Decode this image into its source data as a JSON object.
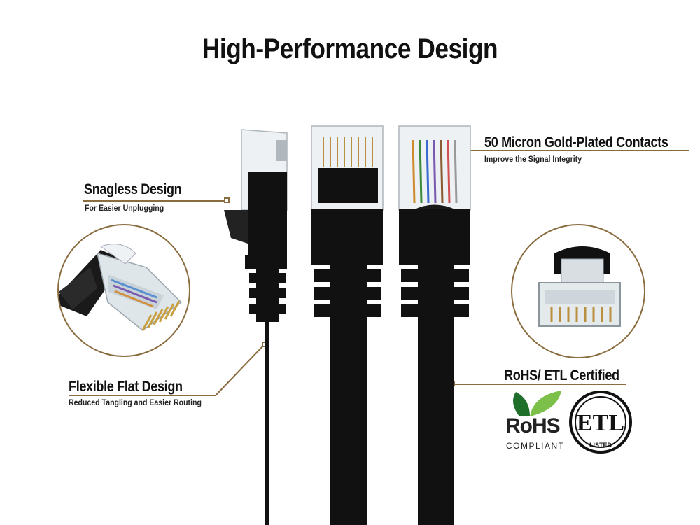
{
  "title": "High-Performance Design",
  "features": {
    "snagless": {
      "heading": "Snagless Design",
      "sub": "For Easier Unplugging"
    },
    "flat": {
      "heading": "Flexible Flat Design",
      "sub": "Reduced Tangling and Easier Routing"
    },
    "gold": {
      "heading": "50 Micron Gold-Plated Contacts",
      "sub": "Improve the Signal Integrity"
    },
    "certified": {
      "heading": "RoHS/ ETL Certified"
    }
  },
  "logos": {
    "rohs": {
      "text": "RoHS",
      "sub": "COMPLIANT"
    },
    "etl": {
      "text": "ETL",
      "sub": "LISTED"
    }
  },
  "colors": {
    "accent": "#8a6c3f",
    "cable": "#111111",
    "leaf_dark": "#1f6e2a",
    "leaf_light": "#7cc04a"
  }
}
